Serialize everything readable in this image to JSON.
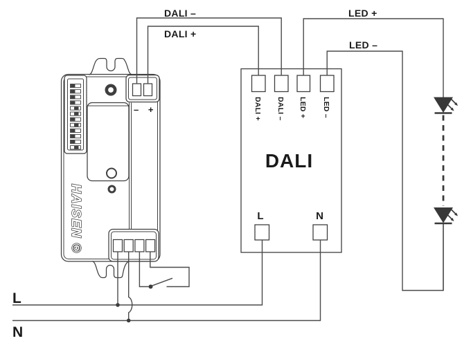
{
  "colors": {
    "background": "#ffffff",
    "wire": "#4a4a4a",
    "device_outline": "#3f3f3f",
    "text": "#1a1a1a",
    "led_fill": "#383838"
  },
  "wiring": {
    "dali_minus_label": "DALI –",
    "dali_plus_label": "DALI +",
    "led_plus_label": "LED +",
    "led_minus_label": "LED –"
  },
  "sensor": {
    "brand": "HAISEN ®",
    "dali_terminal_polarity": "– +",
    "dip_switch_count": 12
  },
  "driver": {
    "name": "DALI",
    "terminal_labels": [
      "DALI +",
      "DALI –",
      "LED +",
      "LED –"
    ],
    "live_terminal": "L",
    "neutral_terminal": "N"
  },
  "mains": {
    "live_label": "L",
    "neutral_label": "N"
  },
  "led_chain": {
    "led_count": 2
  }
}
